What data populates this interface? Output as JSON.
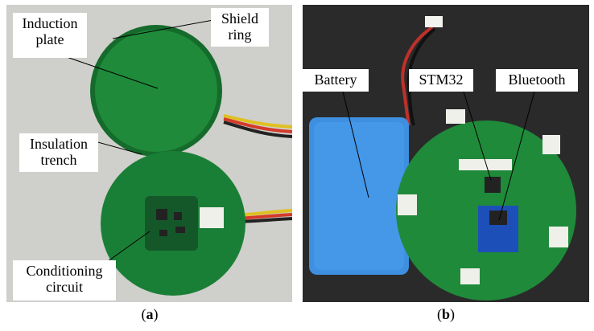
{
  "panel_a": {
    "labels": {
      "induction_plate": "Induction plate",
      "shield_ring": "Shield ring",
      "insulation_trench": "Insulation trench",
      "conditioning_circuit": "Conditioning circuit"
    },
    "caption_open": "(",
    "caption_letter": "a",
    "caption_close": ")"
  },
  "panel_b": {
    "labels": {
      "battery": "Battery",
      "stm32": "STM32",
      "bluetooth": "Bluetooth"
    },
    "caption_open": "(",
    "caption_letter": "b",
    "caption_close": ")"
  },
  "colors": {
    "pcb_green": "#1f8a3a",
    "pcb_dark": "#156b2b",
    "battery_blue": "#3e8fe0",
    "background_light": "#cfcfcb",
    "background_dark": "#2a2a2a"
  }
}
